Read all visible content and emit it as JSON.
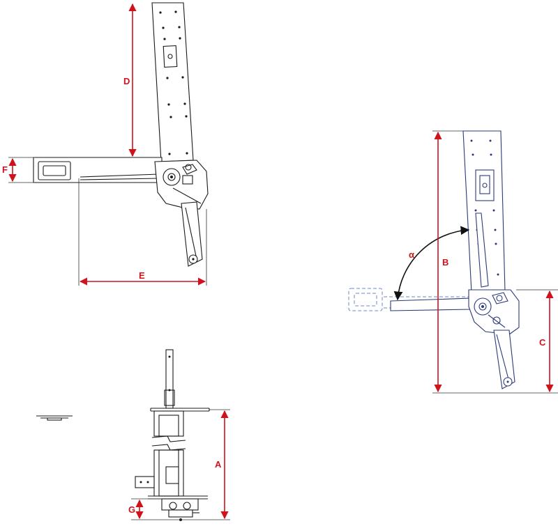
{
  "labels": {
    "A": "A",
    "B": "B",
    "C": "C",
    "D": "D",
    "E": "E",
    "F": "F",
    "G": "G",
    "alpha": "α"
  },
  "colors": {
    "dimension": "#d0121b",
    "line": "#1a1a1a",
    "blue_line": "#2a3a7a",
    "ghost": "#6a8ac8"
  }
}
